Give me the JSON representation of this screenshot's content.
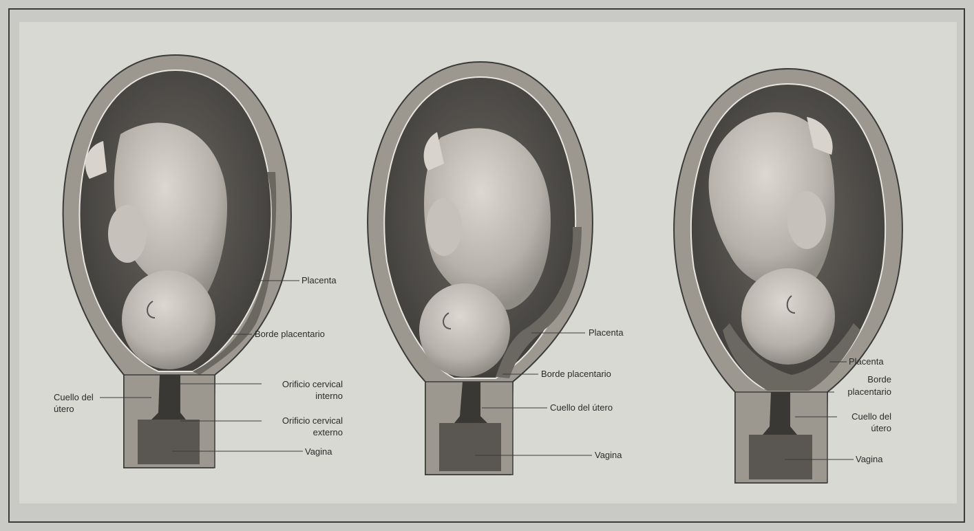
{
  "colors": {
    "paper": "#c9c9c5",
    "plate": "#d9d9d4",
    "uterine_wall": "#9c9890",
    "cavity": "#4e4c48",
    "placenta": "#6b6862",
    "fetus": "#bcb8b1",
    "ink": "#2a2a2a"
  },
  "figures": [
    {
      "labels": {
        "placenta": "Placenta",
        "borde_placentario": "Borde placentario",
        "cuello_line1": "Cuello del",
        "cuello_line2": "útero",
        "orificio_interno_line1": "Orificio cervical",
        "orificio_interno_line2": "interno",
        "orificio_externo_line1": "Orificio cervical",
        "orificio_externo_line2": "externo",
        "vagina": "Vagina"
      }
    },
    {
      "labels": {
        "placenta": "Placenta",
        "borde_placentario": "Borde placentario",
        "cuello": "Cuello del útero",
        "vagina": "Vagina"
      }
    },
    {
      "labels": {
        "placenta": "Placenta",
        "borde_line1": "Borde",
        "borde_line2": "placentario",
        "cuello_line1": "Cuello del",
        "cuello_line2": "útero",
        "vagina": "Vagina"
      }
    }
  ]
}
